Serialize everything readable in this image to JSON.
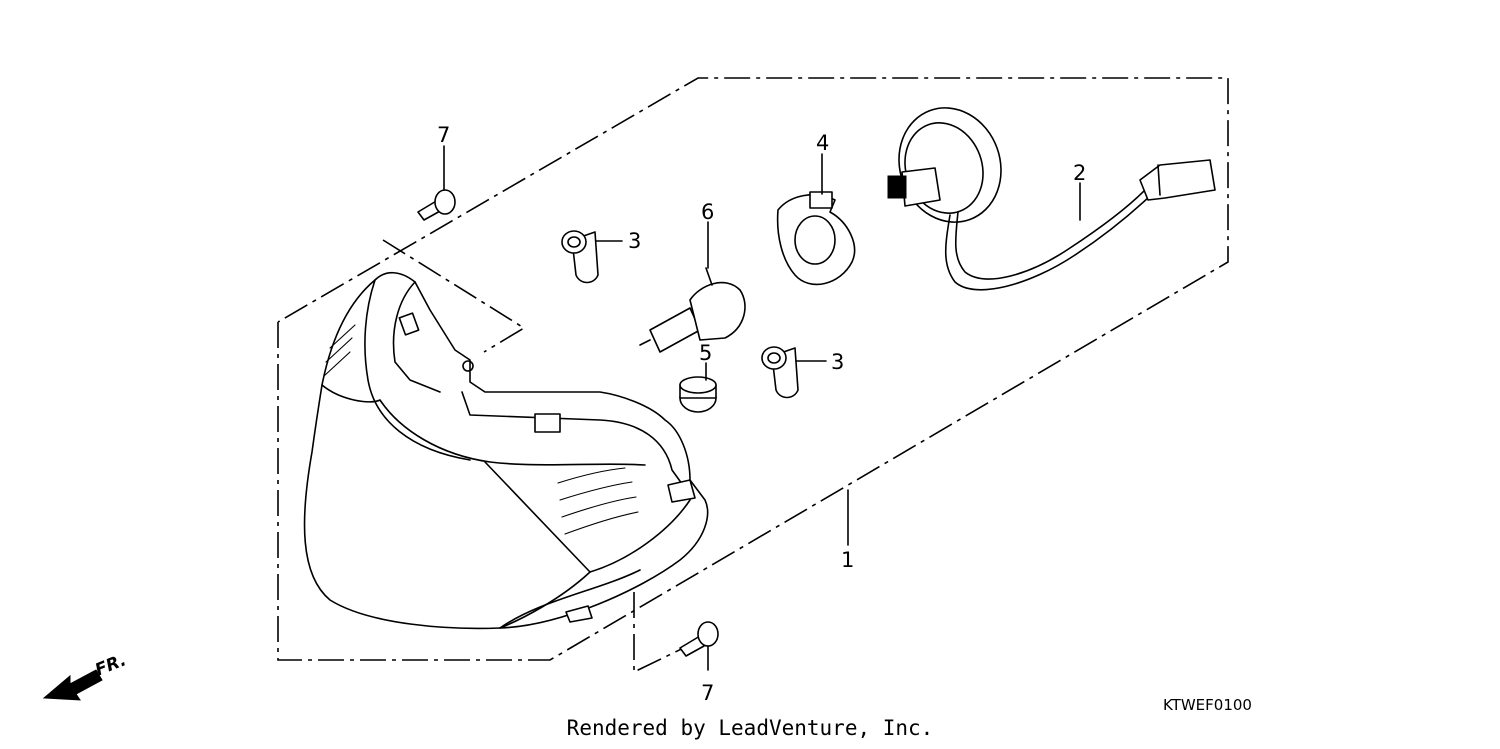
{
  "diagram": {
    "callouts": {
      "part_1": "1",
      "part_2": "2",
      "part_3_upper": "3",
      "part_3_lower": "3",
      "part_4": "4",
      "part_5": "5",
      "part_6": "6",
      "part_7_upper": "7",
      "part_7_lower": "7"
    },
    "direction_label": "FR.",
    "diagram_code": "KTWEF0100",
    "credit": "Rendered by LeadVenture, Inc."
  }
}
